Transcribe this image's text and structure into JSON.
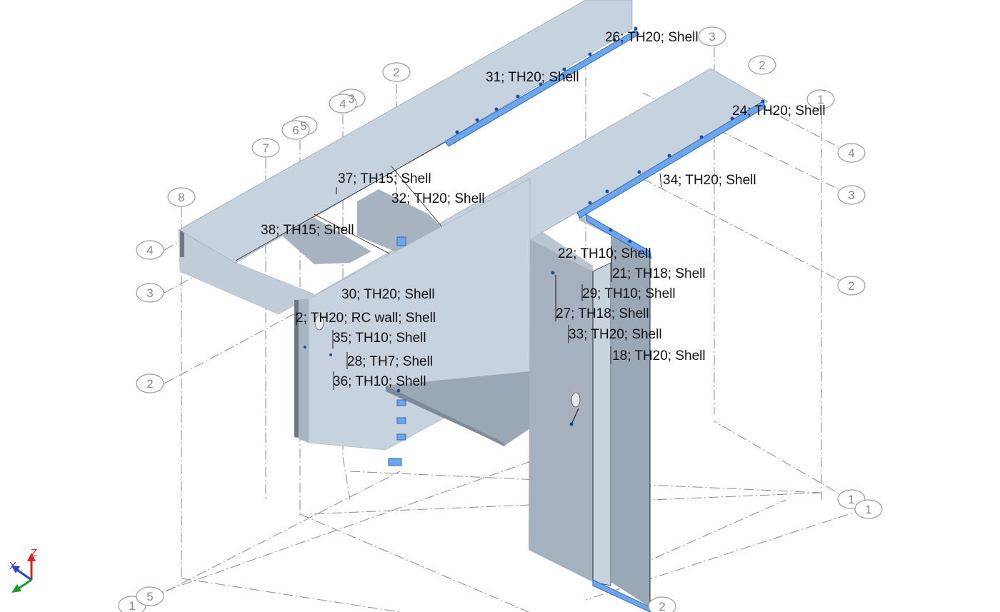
{
  "panel_labels": [
    {
      "id": "p26",
      "text": "26; TH20; Shell"
    },
    {
      "id": "p31",
      "text": "31; TH20; Shell"
    },
    {
      "id": "p24",
      "text": "24; TH20; Shell"
    },
    {
      "id": "p34",
      "text": "34; TH20; Shell"
    },
    {
      "id": "p37",
      "text": "37; TH15; Shell"
    },
    {
      "id": "p32",
      "text": "32; TH20; Shell"
    },
    {
      "id": "p38",
      "text": "38; TH15; Shell"
    },
    {
      "id": "p22",
      "text": "22; TH10; Shell"
    },
    {
      "id": "p21",
      "text": "21; TH18; Shell"
    },
    {
      "id": "p30",
      "text": "30; TH20; Shell"
    },
    {
      "id": "p29",
      "text": "29; TH10; Shell"
    },
    {
      "id": "p2",
      "text": "2; TH20; RC wall; Shell"
    },
    {
      "id": "p27",
      "text": "27; TH18; Shell"
    },
    {
      "id": "p35",
      "text": "35; TH10; Shell"
    },
    {
      "id": "p33",
      "text": "33; TH20; Shell"
    },
    {
      "id": "p18",
      "text": "18; TH20; Shell"
    },
    {
      "id": "p28",
      "text": "28; TH7; Shell"
    },
    {
      "id": "p36",
      "text": "36; TH10; Shell"
    }
  ],
  "grid_bubbles": [
    {
      "id": "g2top",
      "text": "2"
    },
    {
      "id": "g3a",
      "text": "3"
    },
    {
      "id": "g4a",
      "text": "4"
    },
    {
      "id": "g5a",
      "text": "5"
    },
    {
      "id": "g6a",
      "text": "6"
    },
    {
      "id": "g7",
      "text": "7"
    },
    {
      "id": "g8",
      "text": "8"
    },
    {
      "id": "g4left",
      "text": "4"
    },
    {
      "id": "g3left",
      "text": "3"
    },
    {
      "id": "g2left",
      "text": "2"
    },
    {
      "id": "g3top",
      "text": "3"
    },
    {
      "id": "g2right",
      "text": "2"
    },
    {
      "id": "g1right",
      "text": "1"
    },
    {
      "id": "g4right",
      "text": "4"
    },
    {
      "id": "g3right",
      "text": "3"
    },
    {
      "id": "g2right2",
      "text": "2"
    },
    {
      "id": "g1br",
      "text": "1"
    },
    {
      "id": "g1br2",
      "text": "1"
    },
    {
      "id": "g1bl",
      "text": "1"
    },
    {
      "id": "g5bl",
      "text": "5"
    },
    {
      "id": "g2bot",
      "text": "2"
    }
  ],
  "triad": {
    "x": "X",
    "z": "Z",
    "colors": {
      "x": "#2a3fd0",
      "z": "#d92020",
      "y": "#1a9a2a"
    }
  },
  "colors": {
    "slab": "#c8d4de",
    "slab_top": "#c5d1dc",
    "wall_light": "#c9d4de",
    "wall_mid": "#b7c3ce",
    "wall_dark": "#9aa7b4",
    "opening": "#9eabb8",
    "support": "#3b7fd6",
    "support_fill": "#6ea5e8",
    "grid": "#8a8a8a",
    "bubble": "#9a9a9a",
    "text": "#111111"
  }
}
